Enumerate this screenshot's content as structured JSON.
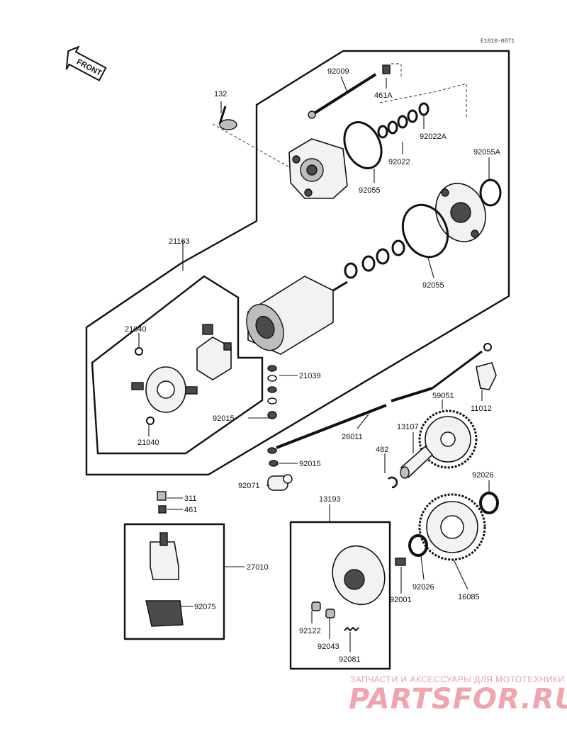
{
  "reference_code": "E1810-0071",
  "front_label": "FRONT",
  "watermark": {
    "top_text": "ЗАПЧАСТИ И АКСЕССУАРЫ ДЛЯ МОТОТЕХНИКИ",
    "logo_text": "PARTSFOR.RU"
  },
  "parts": {
    "p92009": "92009",
    "p461A": "461A",
    "p132": "132",
    "p92022A": "92022A",
    "p92022": "92022",
    "p92055_top": "92055",
    "p92055A": "92055A",
    "p92055_right": "92055",
    "p21163": "21163",
    "p21040_top": "21040",
    "p21039": "21039",
    "p92015_left": "92015",
    "p21040_bottom": "21040",
    "p26011": "26011",
    "p11012": "11012",
    "p59051": "59051",
    "p13107": "13107",
    "p482": "482",
    "p92015_right": "92015",
    "p92071": "92071",
    "p311": "311",
    "p461": "461",
    "p13193": "13193",
    "p92026_top": "92026",
    "p27010": "27010",
    "p92075": "92075",
    "p92001": "92001",
    "p92026_bottom": "92026",
    "p16085": "16085",
    "p92122": "92122",
    "p92043": "92043",
    "p92081": "92081"
  }
}
